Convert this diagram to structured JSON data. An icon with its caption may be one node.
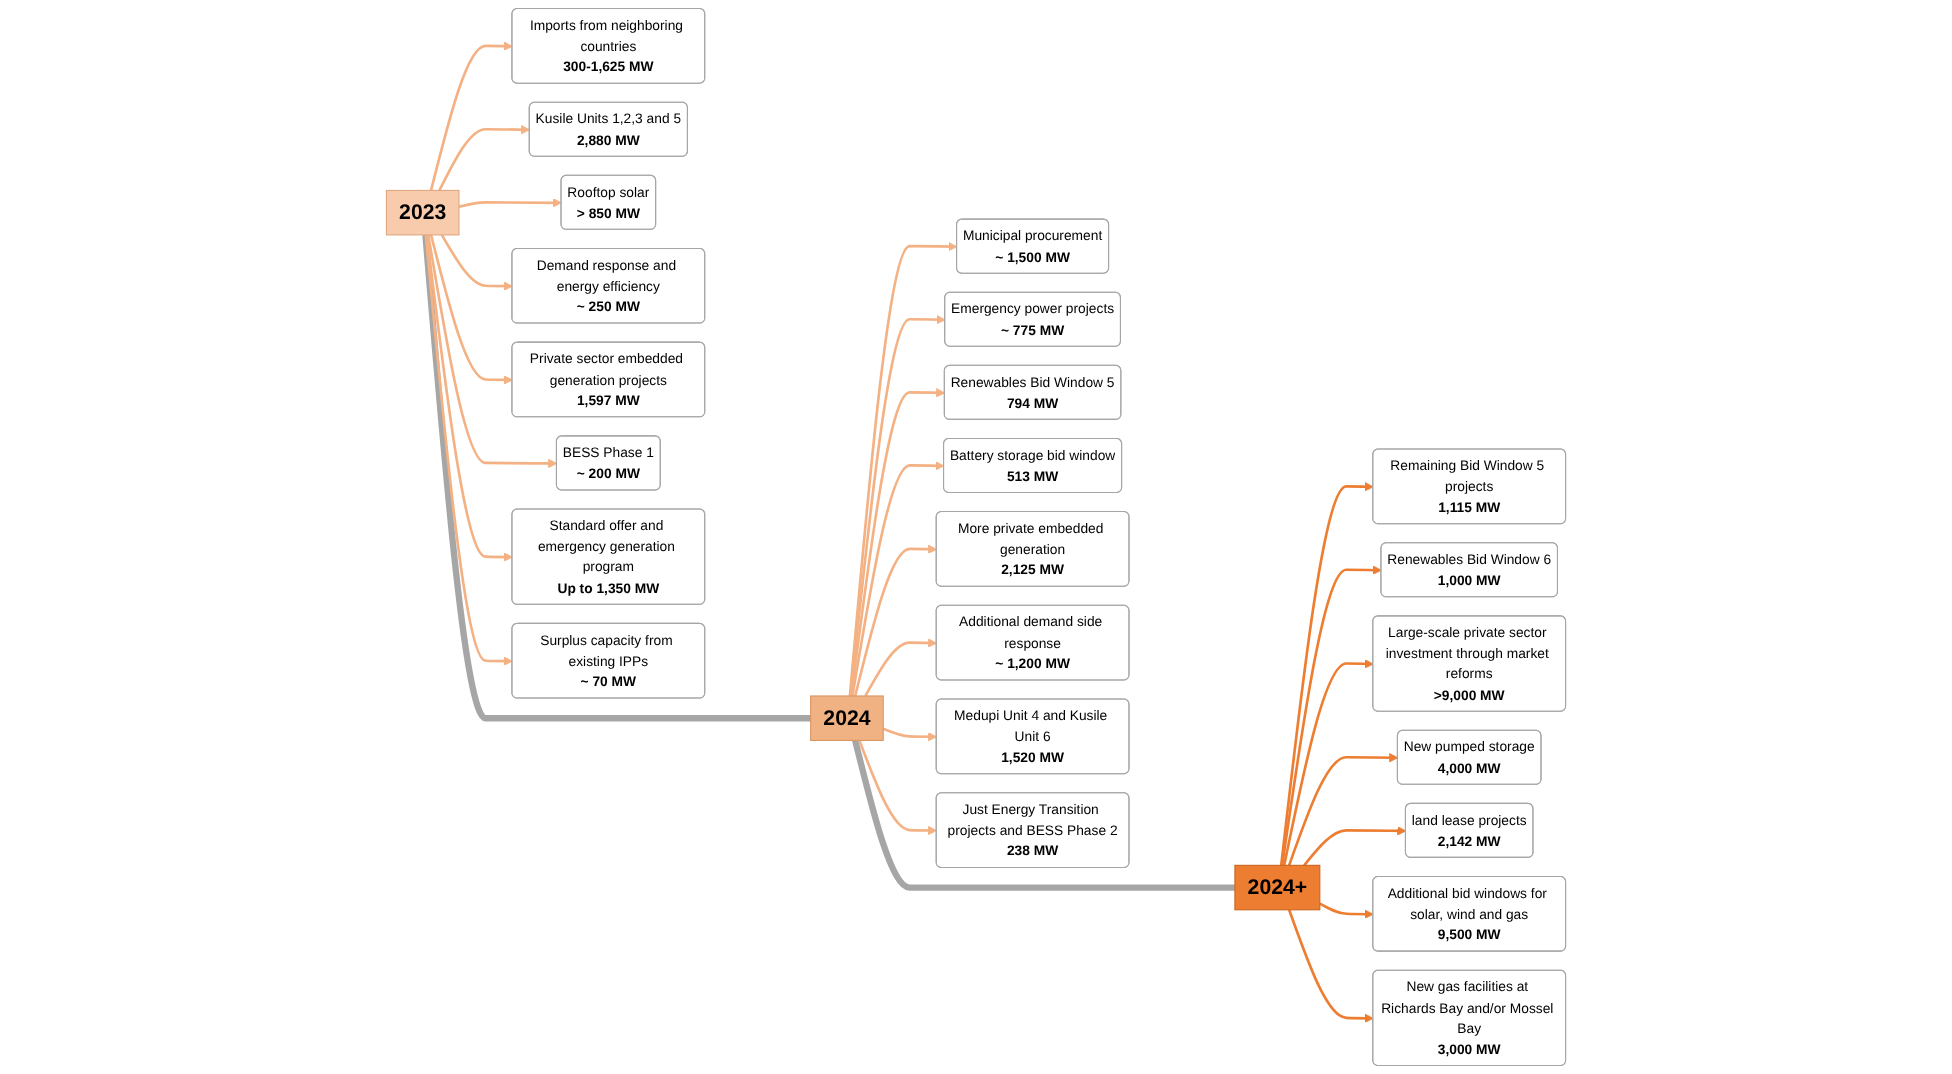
{
  "diagram": {
    "nodes": [
      {
        "text": [
          "2023"
        ]
      },
      {
        "text": [
          "2024"
        ]
      },
      {
        "text": [
          "2024+"
        ]
      },
      {
        "text": [
          "Imports from neighboring countries",
          "300-1,625 MW"
        ]
      },
      {
        "text": [
          "Kusile Units 1,2,3 and 5",
          "2,880 MW"
        ]
      },
      {
        "text": [
          "Rooftop solar",
          "> 850 MW"
        ]
      },
      {
        "text": [
          "Demand response and energy efficiency",
          "~ 250 MW"
        ]
      },
      {
        "text": [
          "Private sector embedded generation projects",
          "1,597 MW"
        ]
      },
      {
        "text": [
          "BESS Phase 1",
          "~ 200 MW"
        ]
      },
      {
        "text": [
          "Standard offer and emergency generation program",
          "Up to 1,350 MW"
        ]
      },
      {
        "text": [
          "Surplus capacity from existing IPPs",
          "~ 70 MW"
        ]
      },
      {
        "text": [
          "Municipal procurement",
          "~ 1,500 MW"
        ]
      },
      {
        "text": [
          "Emergency power projects",
          "~ 775 MW"
        ]
      },
      {
        "text": [
          "Renewables Bid Window 5",
          "794 MW"
        ]
      },
      {
        "text": [
          "Battery storage bid window",
          "513 MW"
        ]
      },
      {
        "text": [
          "More private embedded generation",
          "2,125 MW"
        ]
      },
      {
        "text": [
          "Additional demand side response",
          "~ 1,200 MW"
        ]
      },
      {
        "text": [
          "Medupi Unit 4 and Kusile Unit 6",
          "1,520 MW"
        ]
      },
      {
        "text": [
          "Just Energy Transition projects and BESS Phase 2",
          "238 MW"
        ]
      },
      {
        "text": [
          "Remaining Bid Window 5 projects",
          "1,115 MW"
        ]
      },
      {
        "text": [
          "Renewables Bid Window 6",
          "1,000 MW"
        ]
      },
      {
        "text": [
          "Large-scale private sector investment through market reforms",
          ">9,000 MW"
        ]
      },
      {
        "text": [
          "New pumped storage",
          "4,000 MW"
        ]
      },
      {
        "text": [
          "land lease projects",
          "2,142 MW"
        ]
      },
      {
        "text": [
          "Additional bid windows for solar, wind and gas",
          "9,500 MW"
        ]
      },
      {
        "text": [
          "New gas facilities at Richards Bay and/or Mossel Bay",
          "3,000 MW"
        ]
      }
    ],
    "edges": [
      {
        "from": 0,
        "to": 1,
        "arrow": "none",
        "style": "thick",
        "color": "#a6a6a6"
      },
      {
        "from": 1,
        "to": 2,
        "arrow": "none",
        "style": "thick",
        "color": "#a6a6a6"
      },
      {
        "from": 0,
        "to": 3,
        "arrow": "to"
      },
      {
        "from": 0,
        "to": 4,
        "arrow": "to"
      },
      {
        "from": 0,
        "to": 5,
        "arrow": "to"
      },
      {
        "from": 0,
        "to": 6,
        "arrow": "to"
      },
      {
        "from": 0,
        "to": 7,
        "arrow": "to"
      },
      {
        "from": 0,
        "to": 8,
        "arrow": "to"
      },
      {
        "from": 0,
        "to": 9,
        "arrow": "to"
      },
      {
        "from": 0,
        "to": 10,
        "arrow": "to"
      },
      {
        "from": 1,
        "to": 11,
        "arrow": "to"
      },
      {
        "from": 1,
        "to": 12,
        "arrow": "to"
      },
      {
        "from": 1,
        "to": 13,
        "arrow": "to"
      },
      {
        "from": 1,
        "to": 14,
        "arrow": "to"
      },
      {
        "from": 1,
        "to": 15,
        "arrow": "to"
      },
      {
        "from": 1,
        "to": 16,
        "arrow": "to"
      },
      {
        "from": 1,
        "to": 17,
        "arrow": "to"
      },
      {
        "from": 1,
        "to": 18,
        "arrow": "to"
      },
      {
        "from": 2,
        "to": 19,
        "arrow": "to",
        "color": "#ed7d31"
      },
      {
        "from": 2,
        "to": 20,
        "arrow": "to",
        "color": "#ed7d31"
      },
      {
        "from": 2,
        "to": 21,
        "arrow": "to",
        "color": "#ed7d31"
      },
      {
        "from": 2,
        "to": 22,
        "arrow": "to",
        "color": "#ed7d31"
      },
      {
        "from": 2,
        "to": 23,
        "arrow": "to",
        "color": "#ed7d31"
      },
      {
        "from": 2,
        "to": 24,
        "arrow": "to",
        "color": "#ed7d31"
      },
      {
        "from": 2,
        "to": 25,
        "arrow": "to",
        "color": "#ed7d31"
      }
    ]
  }
}
